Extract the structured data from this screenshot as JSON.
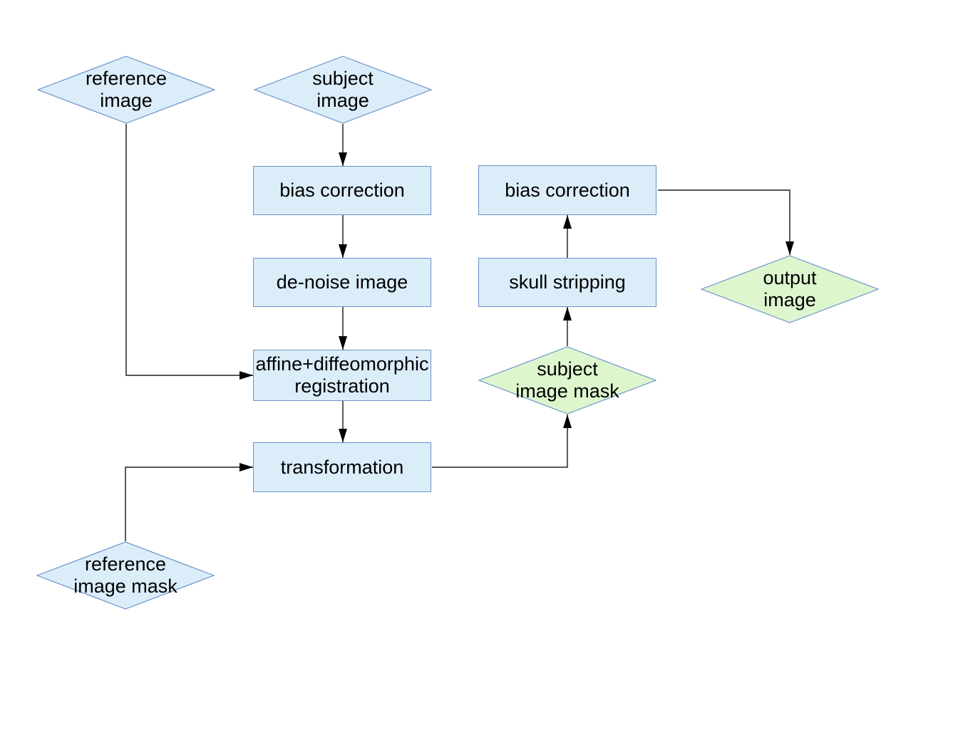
{
  "diagram": {
    "colors": {
      "background": "#ffffff",
      "node_fill_blue": "#dcedfa",
      "node_fill_green": "#def6ce",
      "node_stroke": "#6b92c9",
      "edge_color": "#3f3f3f",
      "arrow_color": "#000000",
      "text_color": "#000000"
    },
    "nodes": [
      {
        "id": "reference-image",
        "shape": "diamond",
        "color": "blue",
        "lines": [
          "reference",
          "image"
        ]
      },
      {
        "id": "subject-image",
        "shape": "diamond",
        "color": "blue",
        "lines": [
          "subject",
          "image"
        ]
      },
      {
        "id": "bias-correction-left",
        "shape": "rect",
        "color": "blue",
        "lines": [
          "bias correction"
        ]
      },
      {
        "id": "de-noise-image",
        "shape": "rect",
        "color": "blue",
        "lines": [
          "de-noise image"
        ]
      },
      {
        "id": "affine-diffeomorphic-registration",
        "shape": "rect",
        "color": "blue",
        "lines": [
          "affine+diffeomorphic",
          "registration"
        ]
      },
      {
        "id": "transformation",
        "shape": "rect",
        "color": "blue",
        "lines": [
          "transformation"
        ]
      },
      {
        "id": "bias-correction-right",
        "shape": "rect",
        "color": "blue",
        "lines": [
          "bias correction"
        ]
      },
      {
        "id": "skull-stripping",
        "shape": "rect",
        "color": "blue",
        "lines": [
          "skull stripping"
        ]
      },
      {
        "id": "subject-image-mask",
        "shape": "diamond",
        "color": "green",
        "lines": [
          "subject",
          "image mask"
        ]
      },
      {
        "id": "output-image",
        "shape": "diamond",
        "color": "green",
        "lines": [
          "output",
          "image"
        ]
      },
      {
        "id": "reference-image-mask",
        "shape": "diamond",
        "color": "blue",
        "lines": [
          "reference",
          "image mask"
        ]
      }
    ],
    "edges": [
      {
        "from": "subject-image",
        "to": "bias-correction-left"
      },
      {
        "from": "bias-correction-left",
        "to": "de-noise-image"
      },
      {
        "from": "de-noise-image",
        "to": "affine-diffeomorphic-registration"
      },
      {
        "from": "reference-image",
        "to": "affine-diffeomorphic-registration"
      },
      {
        "from": "affine-diffeomorphic-registration",
        "to": "transformation"
      },
      {
        "from": "reference-image-mask",
        "to": "transformation"
      },
      {
        "from": "transformation",
        "to": "subject-image-mask"
      },
      {
        "from": "subject-image-mask",
        "to": "skull-stripping"
      },
      {
        "from": "skull-stripping",
        "to": "bias-correction-right"
      },
      {
        "from": "bias-correction-right",
        "to": "output-image"
      }
    ]
  }
}
